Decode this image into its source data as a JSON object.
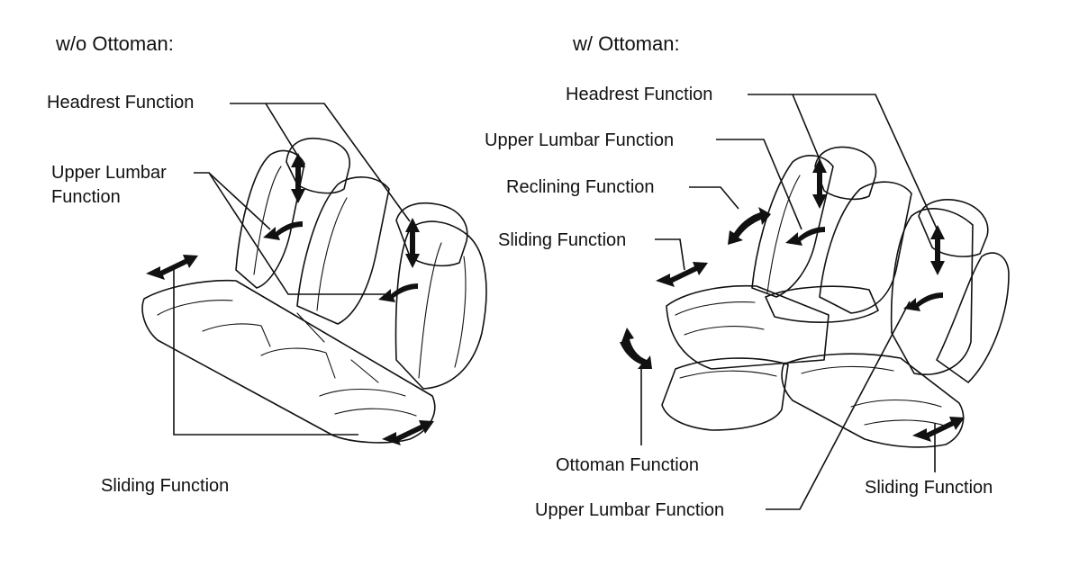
{
  "panels": {
    "left": {
      "title": "w/o Ottoman:",
      "labels": {
        "headrest": "Headrest Function",
        "upper_lumbar_line1": "Upper Lumbar",
        "upper_lumbar_line2": "Function",
        "sliding": "Sliding Function"
      }
    },
    "right": {
      "title": "w/ Ottoman:",
      "labels": {
        "headrest": "Headrest Function",
        "upper_lumbar_top": "Upper Lumbar Function",
        "reclining": "Reclining Function",
        "sliding_top": "Sliding Function",
        "ottoman": "Ottoman Function",
        "upper_lumbar_bottom": "Upper Lumbar Function",
        "sliding_bottom": "Sliding Function"
      }
    }
  }
}
